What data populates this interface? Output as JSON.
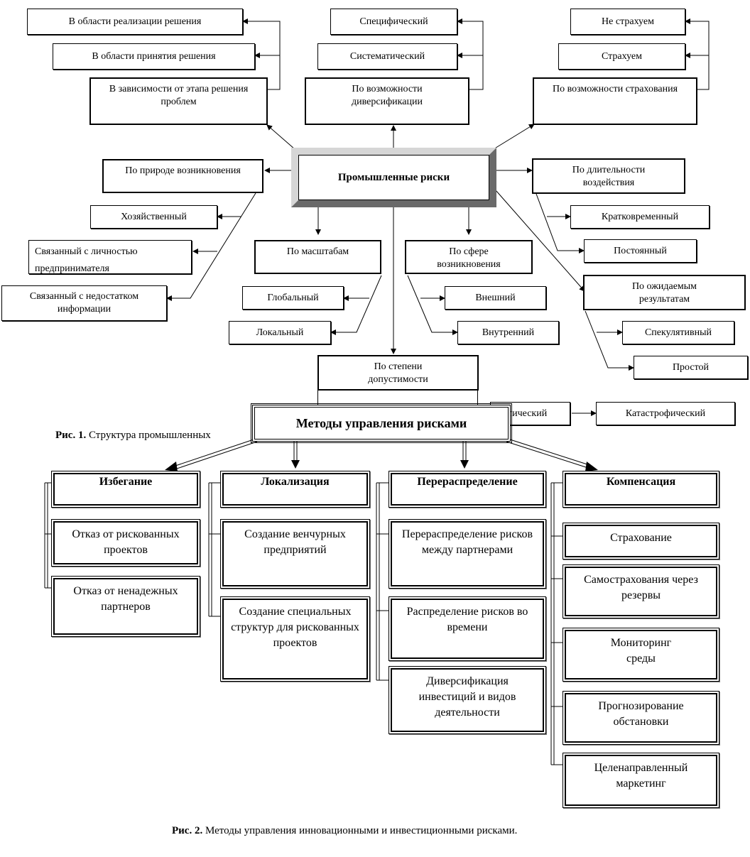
{
  "fig1": {
    "center": "Промышленные риски",
    "stage": {
      "label": "В зависимости от этапа решения проблем",
      "items": [
        "В области реализации решения",
        "В области принятия  решения"
      ]
    },
    "diversification": {
      "label": "По возможности диверсификации",
      "items": [
        "Специфический",
        "Систематический"
      ]
    },
    "insurance": {
      "label": "По возможности страхования",
      "items": [
        "Не страхуем",
        "Страхуем"
      ]
    },
    "nature": {
      "label": "По природе возникновения",
      "items": [
        "Хозяйственный",
        "Связанный с  личностью предпринимателя",
        "Связанный с недостатком информации"
      ]
    },
    "duration": {
      "label": "По длительности воздействия",
      "items": [
        "Кратковременный",
        "Постоянный"
      ]
    },
    "scale": {
      "label": "По масштабам",
      "items": [
        "Глобальный",
        "Локальный"
      ]
    },
    "sphere": {
      "label": "По сфере возникновения",
      "items": [
        "Внешний",
        "Внутренний"
      ]
    },
    "results": {
      "label": "По ожидаемым результатам",
      "items": [
        "Спекулятивный",
        "Простой"
      ]
    },
    "tolerance": {
      "label": "По степени допустимости",
      "items": [
        "тический",
        "Катастрофический"
      ]
    },
    "caption_bold": "Рис. 1.",
    "caption_text": " Структура промышленных"
  },
  "fig2": {
    "title": "Методы управления рисками",
    "columns": [
      {
        "head": "Избегание",
        "items": [
          "Отказ от рискованных проектов",
          "Отказ от ненадежных партнеров"
        ]
      },
      {
        "head": "Локализация",
        "items": [
          "Создание венчурных предприятий",
          "Создание специальных структур для рискованных проектов"
        ]
      },
      {
        "head": "Перераспределение",
        "items": [
          "Перераспределение рисков между партнерами",
          "Распределение рисков во времени",
          "Диверсификация инвестиций и видов деятельности"
        ]
      },
      {
        "head": "Компенсация",
        "items": [
          "Страхование",
          "Самострахования через резервы",
          "Мониторинг среды",
          "Прогнозирование обстановки",
          "Целенаправленный маркетинг"
        ]
      }
    ],
    "caption_bold": "Рис. 2.",
    "caption_text": " Методы управления инновационными и инвестиционными рисками."
  }
}
